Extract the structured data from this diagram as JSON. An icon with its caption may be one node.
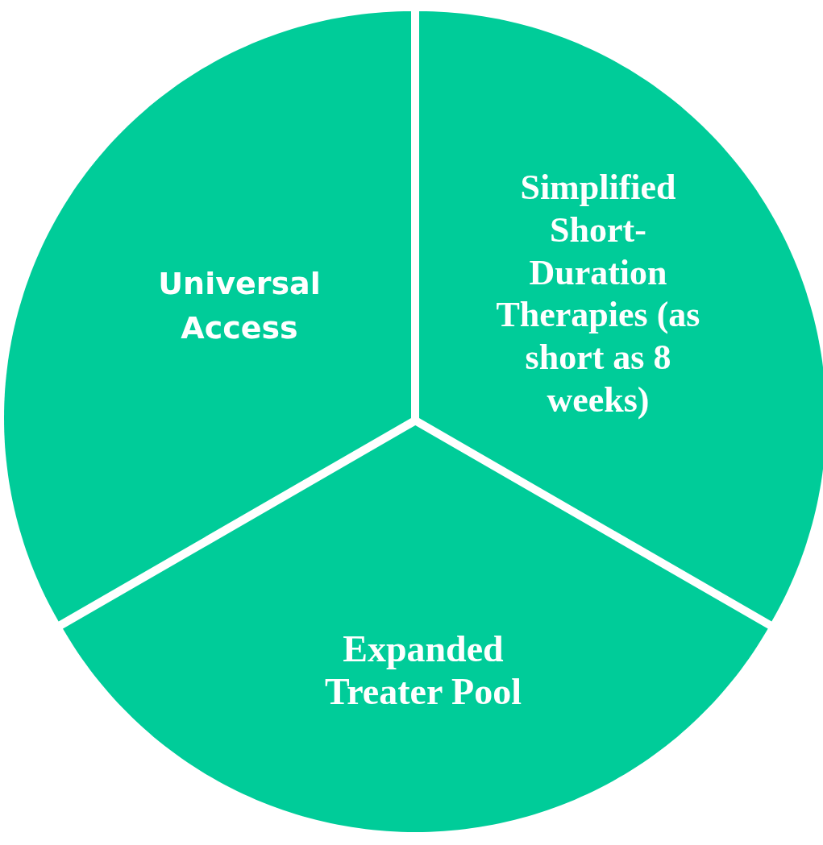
{
  "diagram": {
    "nodes": [
      {
        "text": [
          "Universal Access"
        ]
      },
      {
        "text": [
          "Simplified Short-Duration Therapies (as short as 8 weeks)"
        ]
      },
      {
        "text": [
          "Expanded Treater Pool"
        ]
      }
    ]
  }
}
